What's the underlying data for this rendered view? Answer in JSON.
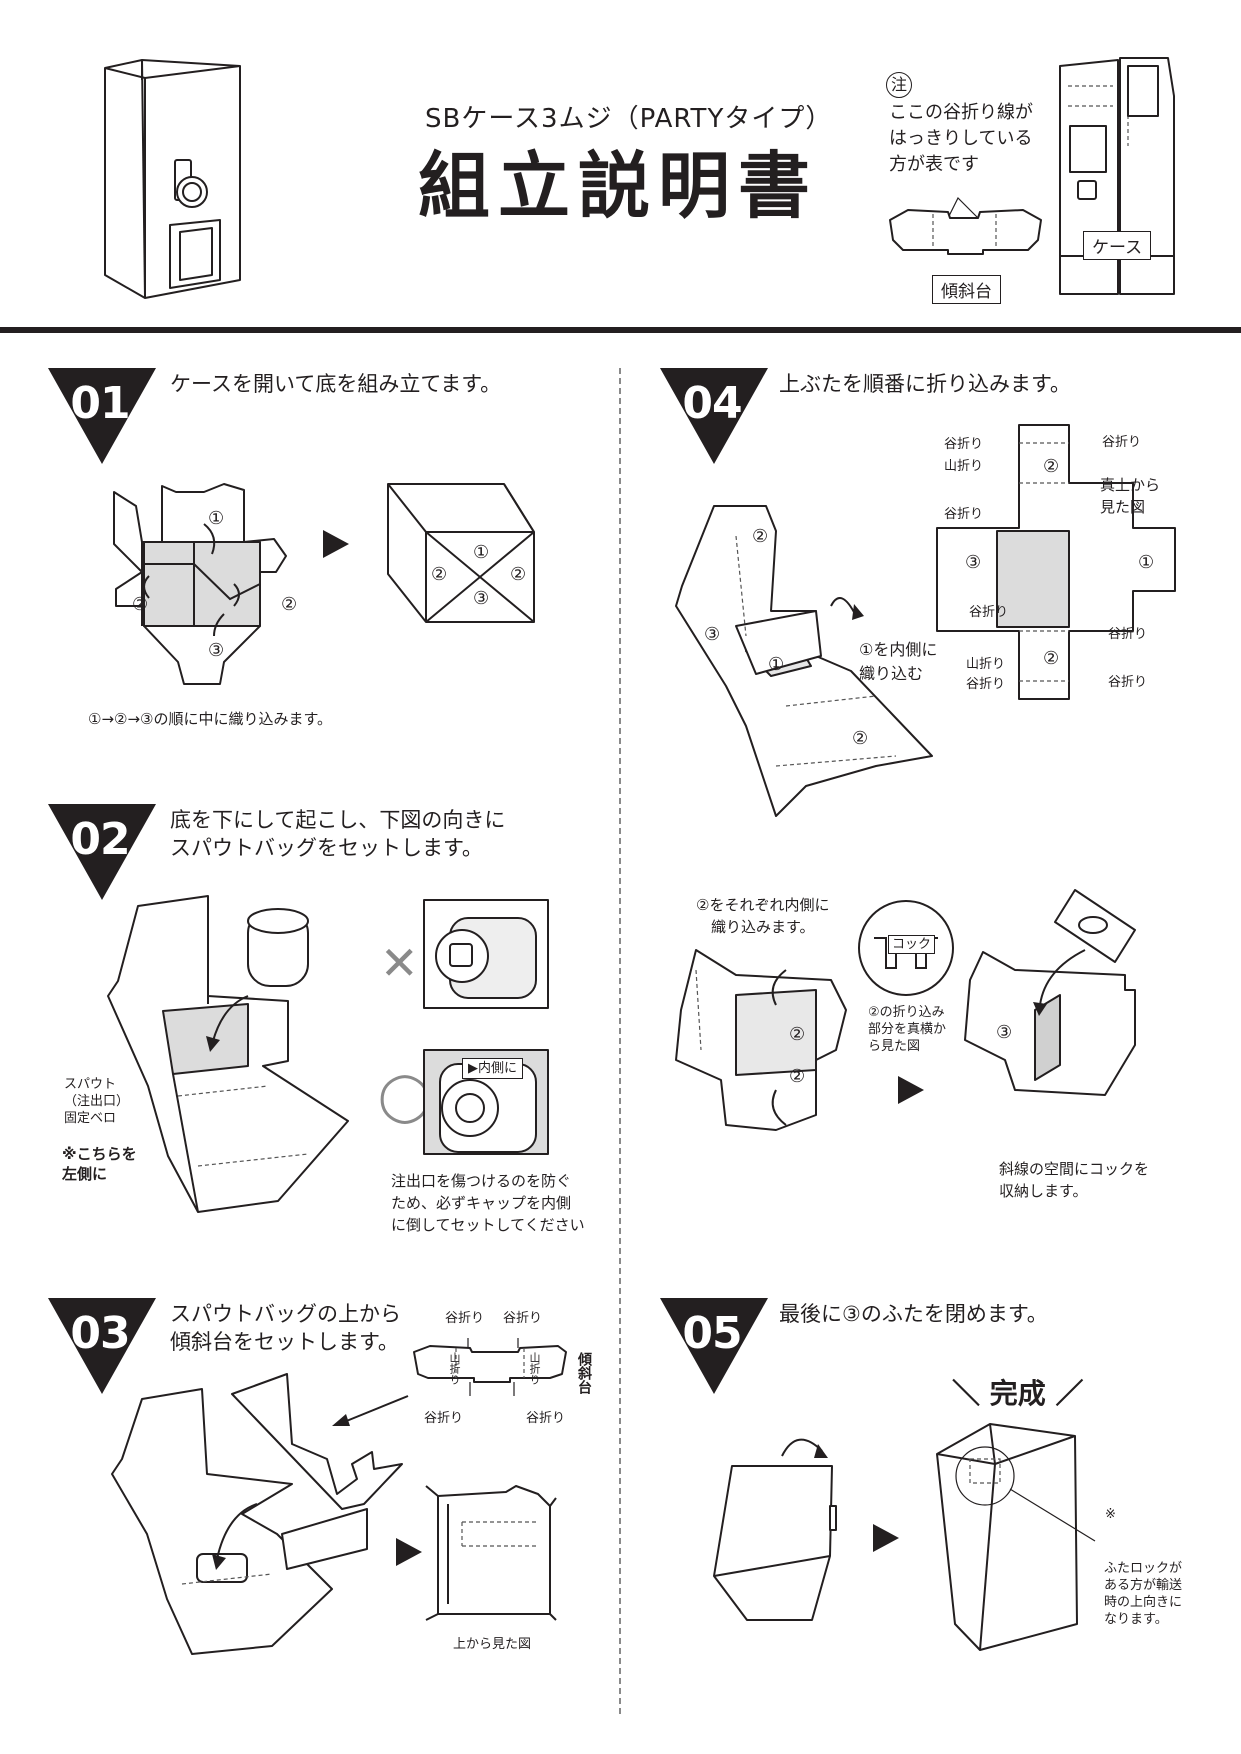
{
  "header": {
    "subtitle": "SBケース3ムジ（PARTYタイプ）",
    "title": "組立説明書",
    "note_mark": "注",
    "note_text": "ここの谷折り線が\nはっきりしている\n方が表です",
    "label_slope": "傾斜台",
    "label_case": "ケース"
  },
  "steps": {
    "s01": {
      "number": "01",
      "text": "ケースを開いて底を組み立てます。",
      "caption": "①→②→③の順に中に織り込みます。",
      "nums": [
        "①",
        "②",
        "②",
        "③"
      ]
    },
    "s02": {
      "number": "02",
      "text": "底を下にして起こし、下図の向きに\nスパウトバッグをセットします。",
      "spout_label": "スパウト\n（注出口）\n固定ベロ",
      "left_note": "※こちらを\n左側に",
      "ng_mark": "✕",
      "ok_mark": "◯",
      "inside_label": "▶内側に",
      "caution": "注出口を傷つけるのを防ぐ\nため、必ずキャップを内側\nに倒してセットしてください"
    },
    "s03": {
      "number": "03",
      "text": "スパウトバッグの上から\n傾斜台をセットします。",
      "valley": "谷折り",
      "mountain": "山折り",
      "slope_vertical": "傾斜台",
      "top_view": "上から見た図"
    },
    "s04": {
      "number": "04",
      "text": "上ぶたを順番に折り込みます。",
      "fold_in_1": "①を内側に\n織り込む",
      "valley": "谷折り",
      "mountain": "山折り",
      "top_view": "真上から\n見た図",
      "fold_in_2": "②をそれぞれ内側に\n織り込みます。",
      "cock": "コック",
      "side_view": "②の折り込み\n部分を真横か\nら見た図",
      "store_cock": "斜線の空間にコックを\n収納します。",
      "nums": [
        "①",
        "②",
        "③"
      ]
    },
    "s05": {
      "number": "05",
      "text": "最後に③のふたを閉めます。",
      "complete": "＼ 完成 ／",
      "lock_note_mark": "※",
      "lock_note": "ふたロックが\nある方が輸送\n時の上向きに\nなります。"
    }
  }
}
